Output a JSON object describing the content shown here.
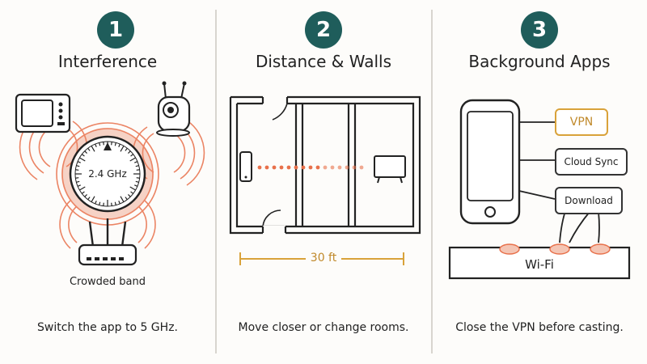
{
  "panels": [
    {
      "number": "1",
      "title": "Interference",
      "gauge_label": "2.4 GHz",
      "caption": "Crowded band",
      "tip": "Switch the app to 5 GHz."
    },
    {
      "number": "2",
      "title": "Distance & Walls",
      "distance_label": "30 ft",
      "tip": "Move closer or change rooms."
    },
    {
      "number": "3",
      "title": "Background Apps",
      "apps": [
        "VPN",
        "Cloud Sync",
        "Download"
      ],
      "network_label": "Wi-Fi",
      "tip": "Close the VPN before casting."
    }
  ],
  "colors": {
    "badge": "#1f5d5b",
    "signal": "#e8704a",
    "accent": "#d9a23a",
    "ink": "#222222"
  },
  "icons": [
    "microwave-icon",
    "baby-monitor-icon",
    "router-icon",
    "gauge-icon",
    "phone-icon",
    "tv-icon"
  ]
}
